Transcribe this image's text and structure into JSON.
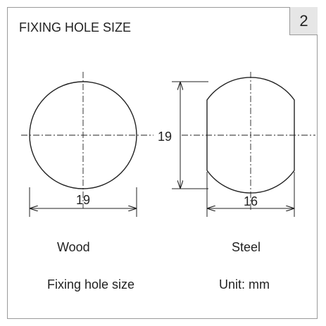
{
  "title": "FIXING HOLE SIZE",
  "page_number": "2",
  "wood": {
    "dimension": "19",
    "label": "Wood"
  },
  "steel": {
    "height_dimension": "19",
    "width_dimension": "16",
    "label": "Steel"
  },
  "caption": "Fixing hole size",
  "unit": "Unit: mm",
  "colors": {
    "line": "#222222",
    "border": "#9a9a9a",
    "page_number_bg": "#e6e6e6"
  }
}
